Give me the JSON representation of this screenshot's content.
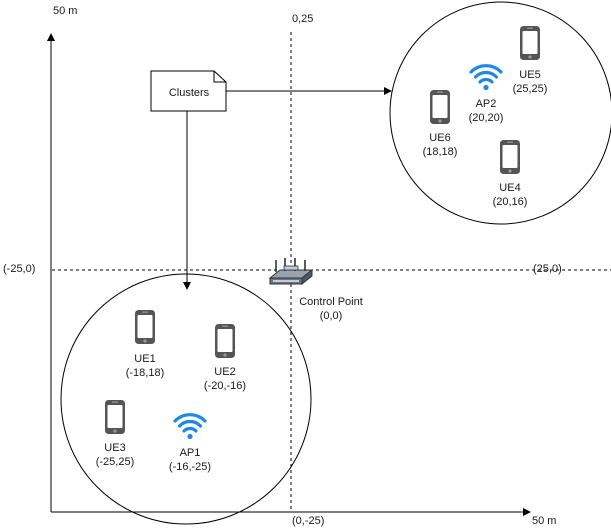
{
  "axes": {
    "y_top_label": "50 m",
    "x_right_label": "50 m",
    "top_center_label": "0,25",
    "left_mid_label": "(-25,0)",
    "right_mid_label": "(25,0)",
    "bottom_center_label": "(0,-25)"
  },
  "clusters_note": {
    "label": "Clusters"
  },
  "control_point": {
    "name": "Control Point",
    "coord": "(0,0)",
    "icon": "router-icon"
  },
  "cluster_bottom": {
    "nodes": [
      {
        "kind": "ue",
        "name": "UE1",
        "coord": "(-18,18)",
        "icon": "phone-icon"
      },
      {
        "kind": "ue",
        "name": "UE2",
        "coord": "(-20,-16)",
        "icon": "phone-icon"
      },
      {
        "kind": "ue",
        "name": "UE3",
        "coord": "(-25,25)",
        "icon": "phone-icon"
      },
      {
        "kind": "ap",
        "name": "AP1",
        "coord": "(-16,-25)",
        "icon": "wifi-icon"
      }
    ]
  },
  "cluster_top": {
    "nodes": [
      {
        "kind": "ue",
        "name": "UE5",
        "coord": "(25,25)",
        "icon": "phone-icon"
      },
      {
        "kind": "ap",
        "name": "AP2",
        "coord": "(20,20)",
        "icon": "wifi-icon"
      },
      {
        "kind": "ue",
        "name": "UE6",
        "coord": "(18,18)",
        "icon": "phone-icon"
      },
      {
        "kind": "ue",
        "name": "UE4",
        "coord": "(20,16)",
        "icon": "phone-icon"
      }
    ]
  },
  "colors": {
    "wifi": "#1e88e5",
    "phone_body": "#555555",
    "phone_screen": "#ffffff",
    "line": "#000000"
  }
}
